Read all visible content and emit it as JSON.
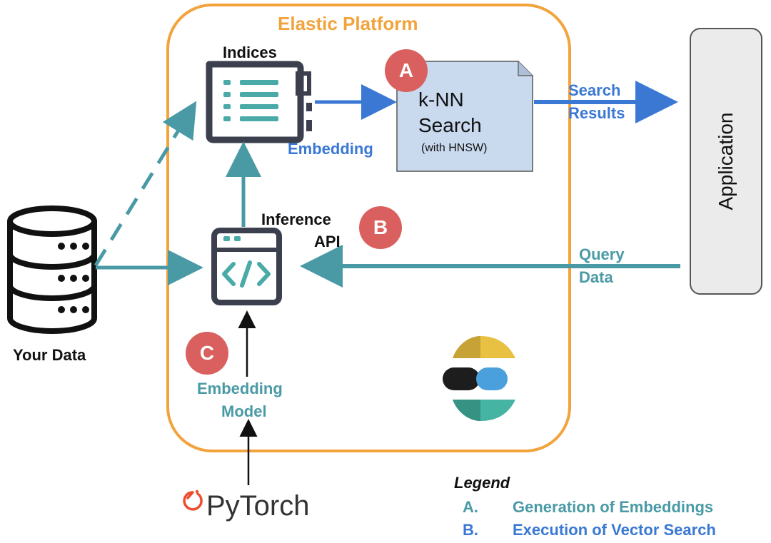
{
  "platform": {
    "title": "Elastic Platform"
  },
  "indices": {
    "label": "Indices"
  },
  "knn": {
    "line1": "k-NN",
    "line2": "Search",
    "line3": "(with HNSW)"
  },
  "edges": {
    "embedding": "Embedding",
    "search_results_1": "Search",
    "search_results_2": "Results",
    "query_data_1": "Query",
    "query_data_2": "Data"
  },
  "inference": {
    "line1": "Inference",
    "line2": "API"
  },
  "model": {
    "line1": "Embedding",
    "line2": "Model"
  },
  "your_data": {
    "label": "Your Data"
  },
  "application": {
    "label": "Application"
  },
  "markers": {
    "a": "A",
    "b": "B",
    "c": "C"
  },
  "pytorch": {
    "label": "PyTorch"
  },
  "legend": {
    "title": "Legend",
    "items": [
      {
        "letter": "A.",
        "text": "Generation of Embeddings",
        "color": "#4a9aa6"
      },
      {
        "letter": "B.",
        "text": "Execution of Vector Search",
        "color": "#3a78d4"
      }
    ]
  },
  "colors": {
    "orange": "#f2a33c",
    "blue": "#3a78d4",
    "teal": "#4a9aa6",
    "marker": "#d9605f",
    "dark": "#3b3f4e"
  }
}
